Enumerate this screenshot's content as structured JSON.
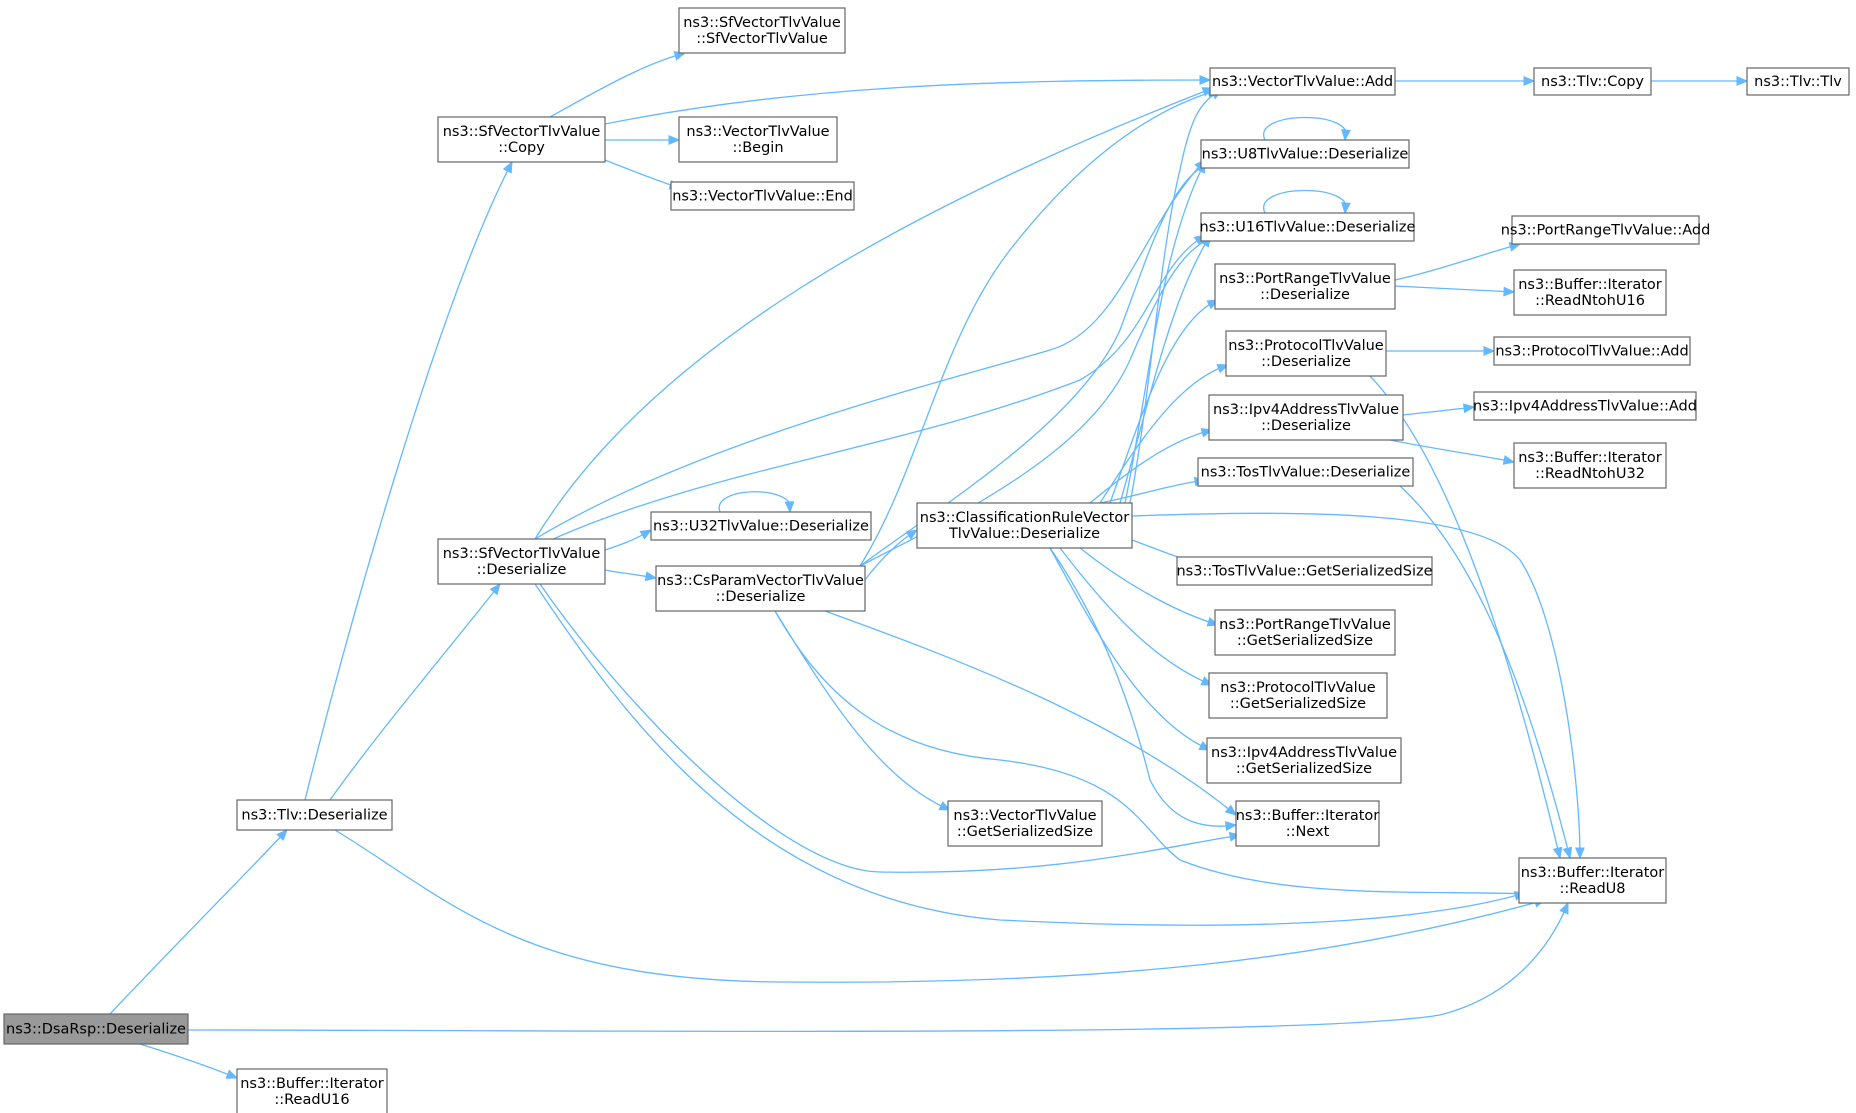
{
  "graph": {
    "title": "",
    "edge_color": "#63b8ff",
    "node_border_color": "#666666",
    "root_fill_color": "#999999",
    "nodes": [
      {
        "id": "dsarsp",
        "lines": [
          "ns3::DsaRsp::Deserialize"
        ],
        "root": true
      },
      {
        "id": "readu16",
        "lines": [
          "ns3::Buffer::Iterator",
          "::ReadU16"
        ]
      },
      {
        "id": "tlvdeser",
        "lines": [
          "ns3::Tlv::Deserialize"
        ]
      },
      {
        "id": "sfcopy",
        "lines": [
          "ns3::SfVectorTlvValue",
          "::Copy"
        ]
      },
      {
        "id": "sfdeser",
        "lines": [
          "ns3::SfVectorTlvValue",
          "::Deserialize"
        ]
      },
      {
        "id": "sfctor",
        "lines": [
          "ns3::SfVectorTlvValue",
          "::SfVectorTlvValue"
        ]
      },
      {
        "id": "vbegin",
        "lines": [
          "ns3::VectorTlvValue",
          "::Begin"
        ]
      },
      {
        "id": "vend",
        "lines": [
          "ns3::VectorTlvValue::End"
        ]
      },
      {
        "id": "u32deser",
        "lines": [
          "ns3::U32TlvValue::Deserialize"
        ]
      },
      {
        "id": "csdeser",
        "lines": [
          "ns3::CsParamVectorTlvValue",
          "::Deserialize"
        ]
      },
      {
        "id": "vgetsize",
        "lines": [
          "ns3::VectorTlvValue",
          "::GetSerializedSize"
        ]
      },
      {
        "id": "crdeser",
        "lines": [
          "ns3::ClassificationRuleVector",
          "TlvValue::Deserialize"
        ]
      },
      {
        "id": "vadd",
        "lines": [
          "ns3::VectorTlvValue::Add"
        ]
      },
      {
        "id": "u8deser",
        "lines": [
          "ns3::U8TlvValue::Deserialize"
        ]
      },
      {
        "id": "u16deser",
        "lines": [
          "ns3::U16TlvValue::Deserialize"
        ]
      },
      {
        "id": "prdeser",
        "lines": [
          "ns3::PortRangeTlvValue",
          "::Deserialize"
        ]
      },
      {
        "id": "ptdeser",
        "lines": [
          "ns3::ProtocolTlvValue",
          "::Deserialize"
        ]
      },
      {
        "id": "ipdeser",
        "lines": [
          "ns3::Ipv4AddressTlvValue",
          "::Deserialize"
        ]
      },
      {
        "id": "tosdeser",
        "lines": [
          "ns3::TosTlvValue::Deserialize"
        ]
      },
      {
        "id": "tosgs",
        "lines": [
          "ns3::TosTlvValue::GetSerializedSize"
        ]
      },
      {
        "id": "prgs",
        "lines": [
          "ns3::PortRangeTlvValue",
          "::GetSerializedSize"
        ]
      },
      {
        "id": "ptgs",
        "lines": [
          "ns3::ProtocolTlvValue",
          "::GetSerializedSize"
        ]
      },
      {
        "id": "ipgs",
        "lines": [
          "ns3::Ipv4AddressTlvValue",
          "::GetSerializedSize"
        ]
      },
      {
        "id": "bnext",
        "lines": [
          "ns3::Buffer::Iterator",
          "::Next"
        ]
      },
      {
        "id": "readu8",
        "lines": [
          "ns3::Buffer::Iterator",
          "::ReadU8"
        ]
      },
      {
        "id": "tlvcopy",
        "lines": [
          "ns3::Tlv::Copy"
        ]
      },
      {
        "id": "tlvtlv",
        "lines": [
          "ns3::Tlv::Tlv"
        ]
      },
      {
        "id": "pradd",
        "lines": [
          "ns3::PortRangeTlvValue::Add"
        ]
      },
      {
        "id": "rdn16",
        "lines": [
          "ns3::Buffer::Iterator",
          "::ReadNtohU16"
        ]
      },
      {
        "id": "ptadd",
        "lines": [
          "ns3::ProtocolTlvValue::Add"
        ]
      },
      {
        "id": "ipadd",
        "lines": [
          "ns3::Ipv4AddressTlvValue::Add"
        ]
      },
      {
        "id": "rdn32",
        "lines": [
          "ns3::Buffer::Iterator",
          "::ReadNtohU32"
        ]
      }
    ],
    "edges": [
      [
        "dsarsp",
        "tlvdeser"
      ],
      [
        "dsarsp",
        "readu16"
      ],
      [
        "dsarsp",
        "readu8"
      ],
      [
        "tlvdeser",
        "sfcopy"
      ],
      [
        "tlvdeser",
        "sfdeser"
      ],
      [
        "tlvdeser",
        "readu8"
      ],
      [
        "sfcopy",
        "sfctor"
      ],
      [
        "sfcopy",
        "vadd"
      ],
      [
        "sfcopy",
        "vbegin"
      ],
      [
        "sfcopy",
        "vend"
      ],
      [
        "sfdeser",
        "vadd"
      ],
      [
        "sfdeser",
        "u8deser"
      ],
      [
        "sfdeser",
        "u16deser"
      ],
      [
        "sfdeser",
        "u32deser"
      ],
      [
        "sfdeser",
        "csdeser"
      ],
      [
        "sfdeser",
        "bnext"
      ],
      [
        "sfdeser",
        "readu8"
      ],
      [
        "u32deser",
        "u32deser"
      ],
      [
        "csdeser",
        "vadd"
      ],
      [
        "csdeser",
        "u8deser"
      ],
      [
        "csdeser",
        "u16deser"
      ],
      [
        "csdeser",
        "crdeser"
      ],
      [
        "csdeser",
        "vgetsize"
      ],
      [
        "csdeser",
        "bnext"
      ],
      [
        "csdeser",
        "readu8"
      ],
      [
        "crdeser",
        "vadd"
      ],
      [
        "crdeser",
        "u8deser"
      ],
      [
        "crdeser",
        "u16deser"
      ],
      [
        "crdeser",
        "prdeser"
      ],
      [
        "crdeser",
        "ptdeser"
      ],
      [
        "crdeser",
        "ipdeser"
      ],
      [
        "crdeser",
        "tosdeser"
      ],
      [
        "crdeser",
        "tosgs"
      ],
      [
        "crdeser",
        "prgs"
      ],
      [
        "crdeser",
        "ptgs"
      ],
      [
        "crdeser",
        "ipgs"
      ],
      [
        "crdeser",
        "bnext"
      ],
      [
        "crdeser",
        "readu8"
      ],
      [
        "vadd",
        "tlvcopy"
      ],
      [
        "tlvcopy",
        "tlvtlv"
      ],
      [
        "u8deser",
        "u8deser"
      ],
      [
        "u16deser",
        "u16deser"
      ],
      [
        "prdeser",
        "pradd"
      ],
      [
        "prdeser",
        "rdn16"
      ],
      [
        "ptdeser",
        "ptadd"
      ],
      [
        "ptdeser",
        "readu8"
      ],
      [
        "ipdeser",
        "ipadd"
      ],
      [
        "ipdeser",
        "rdn32"
      ],
      [
        "tosdeser",
        "readu8"
      ]
    ]
  }
}
